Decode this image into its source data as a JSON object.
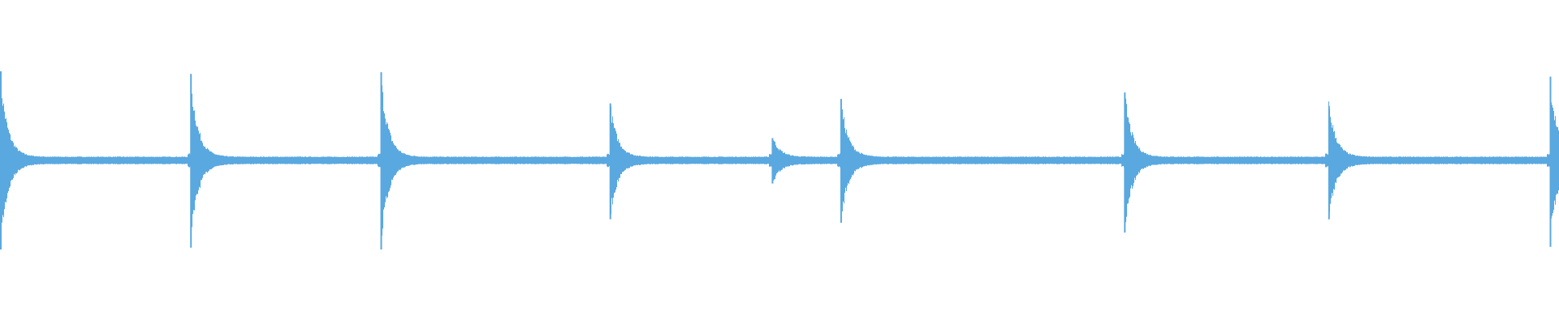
{
  "waveform": {
    "color": "#5aa8e0",
    "duration_s": 10,
    "baseline_amplitude": 0.025,
    "transients": [
      {
        "t_s": 0.0,
        "peak_up": 1.0,
        "peak_down": 1.0
      },
      {
        "t_s": 1.22,
        "peak_up": 0.97,
        "peak_down": 0.98
      },
      {
        "t_s": 2.44,
        "peak_up": 0.99,
        "peak_down": 1.0
      },
      {
        "t_s": 3.91,
        "peak_up": 0.64,
        "peak_down": 0.66
      },
      {
        "t_s": 4.95,
        "peak_up": 0.25,
        "peak_down": 0.26
      },
      {
        "t_s": 5.39,
        "peak_up": 0.69,
        "peak_down": 0.7
      },
      {
        "t_s": 7.21,
        "peak_up": 0.76,
        "peak_down": 0.81
      },
      {
        "t_s": 8.52,
        "peak_up": 0.61,
        "peak_down": 0.66
      },
      {
        "t_s": 9.94,
        "peak_up": 0.94,
        "peak_down": 0.97
      }
    ]
  }
}
